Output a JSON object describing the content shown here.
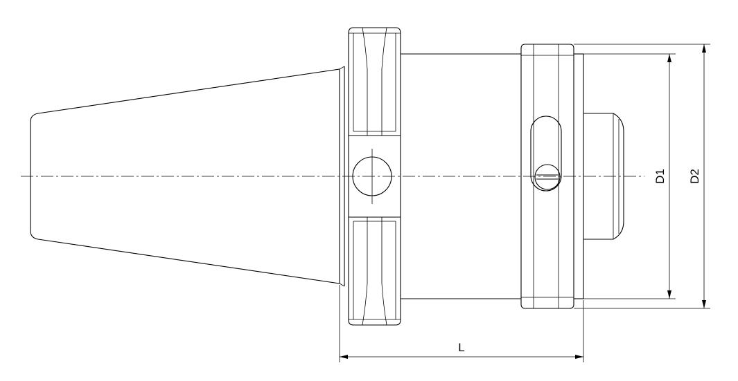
{
  "dimensions": {
    "length_label": "L",
    "inner_diameter_label": "D1",
    "outer_diameter_label": "D2"
  }
}
